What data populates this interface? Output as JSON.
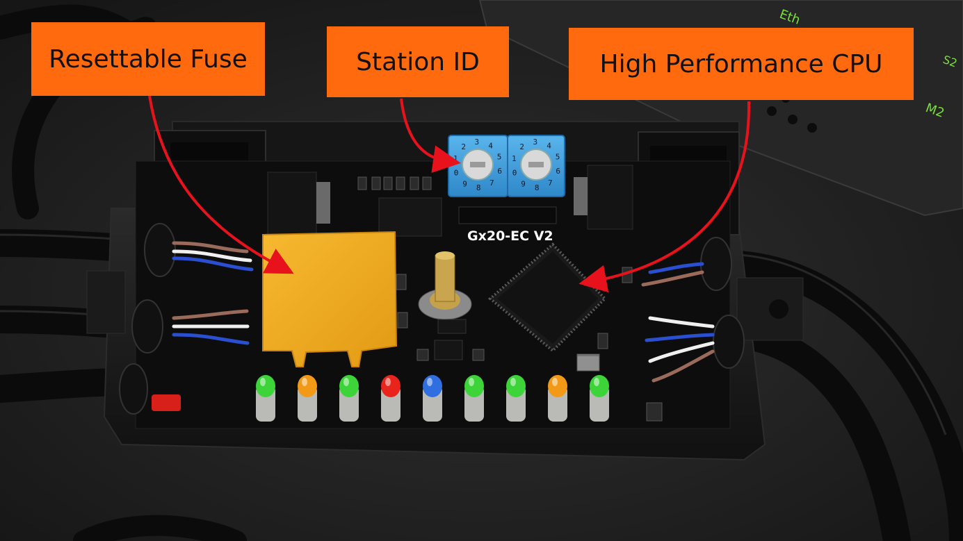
{
  "colors": {
    "background": "#1c1c1c",
    "callout_fill": "#ff6a0e",
    "arrow": "#e8121c",
    "enclosure": "#151515",
    "pcb": "#0d0d0d",
    "fuse": "#f0a81e",
    "rotary_switch": "#3f9fdc",
    "led_green": "#3dd43a",
    "led_orange": "#f29a18",
    "led_red": "#e8241c",
    "led_blue": "#2f6fe0"
  },
  "callouts": {
    "fuse": "Resettable Fuse",
    "station": "Station ID",
    "cpu": "High Performance CPU"
  },
  "board": {
    "model_label": "Gx20-EC V2"
  },
  "switch_dial_digits": [
    "0",
    "1",
    "2",
    "3",
    "4",
    "5",
    "6",
    "7",
    "8",
    "9"
  ],
  "leds": [
    "green",
    "orange",
    "green",
    "red",
    "blue",
    "green",
    "green",
    "orange",
    "green"
  ]
}
